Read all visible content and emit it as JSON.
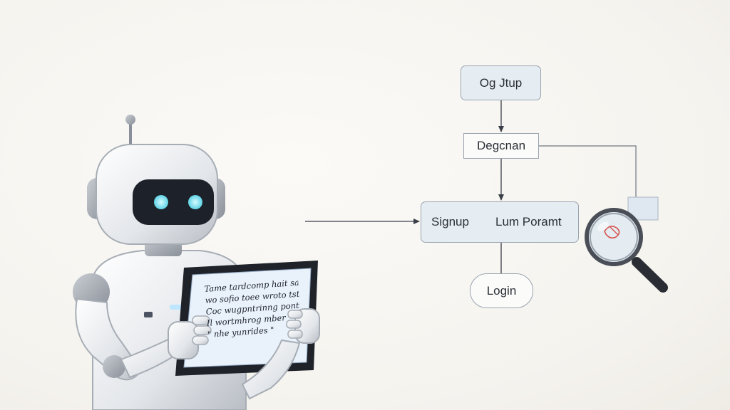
{
  "diagram": {
    "nodes": {
      "top": "Og Jtup",
      "middle": "Degcnan",
      "signup_left": "Signup",
      "signup_right": "Lum Poramt",
      "login": "Login"
    }
  },
  "tablet": {
    "lines": [
      "Tame tardcomp hait sat",
      "wo sofio toee wroto tst",
      "Coc wugpntrinng ponttlk",
      "Il wortmhrog mber",
      "\" nhe yunrides \""
    ]
  },
  "colors": {
    "background": "#f7f5f0",
    "node_fill": "#e6edf2",
    "node_border": "#9aa4af",
    "robot_eye": "#8ee6f0",
    "magnifier_mark": "#d9534f"
  },
  "icons": {
    "robot": "robot-illustration",
    "magnifier": "magnifying-glass-icon"
  }
}
